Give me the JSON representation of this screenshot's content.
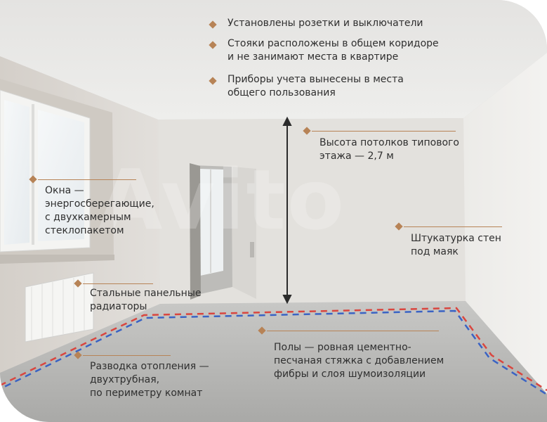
{
  "watermark": "Avito",
  "annotations": {
    "sockets": "Установлены розетки и выключатели",
    "risers": "Стояки расположены в общем коридоре\nи не занимают места в квартире",
    "meters": "Приборы учета вынесены в места\nобщего пользования",
    "ceiling_height": "Высота потолков типового\nэтажа — 2,7 м",
    "windows": "Окна —\nэнергосберегающие,\nс двухкамерным\nстеклопакетом",
    "plaster": "Штукатурка стен\nпод маяк",
    "radiators": "Стальные панельные\nрадиаторы",
    "floors": "Полы — ровная цементно-\nпесчаная стяжка с добавлением\nфибры и слоя шумоизоляции",
    "heating": "Разводка отопления —\nдвухтрубная,\nпо периметру комнат"
  },
  "colors": {
    "accent": "#b78356",
    "pipe_red": "#d9463f",
    "pipe_blue": "#3a63c4"
  }
}
